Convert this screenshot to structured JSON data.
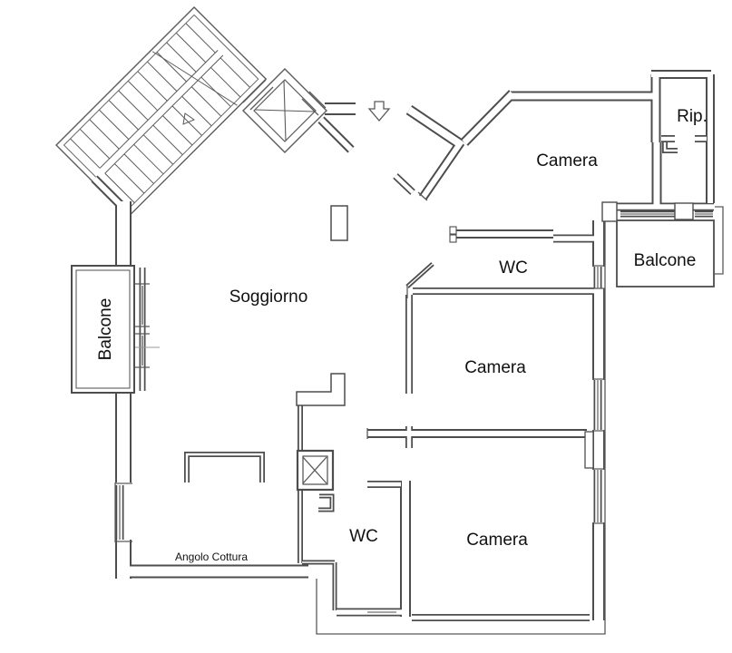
{
  "plan_type": "apartment floor plan",
  "language": "Italian",
  "rooms": [
    {
      "id": "camera-top",
      "label": "Camera"
    },
    {
      "id": "rip",
      "label": "Rip."
    },
    {
      "id": "balcone-right",
      "label": "Balcone"
    },
    {
      "id": "wc-mid",
      "label": "WC"
    },
    {
      "id": "soggiorno",
      "label": "Soggiorno"
    },
    {
      "id": "balcone-left",
      "label": "Balcone"
    },
    {
      "id": "camera-mid",
      "label": "Camera"
    },
    {
      "id": "wc-bottom",
      "label": "WC"
    },
    {
      "id": "camera-bottom",
      "label": "Camera"
    },
    {
      "id": "angolo-cottura",
      "label": "Angolo Cottura"
    }
  ],
  "icons": [
    {
      "id": "staircase-icon"
    },
    {
      "id": "elevator-icon"
    },
    {
      "id": "entrance-arrow-icon"
    },
    {
      "id": "kitchen-counter-icon"
    },
    {
      "id": "shaft-icon"
    }
  ],
  "colors": {
    "wall": "#4d4d4d",
    "thin": "#5a5a5a",
    "background": "#ffffff",
    "text": "#111111",
    "faint": "#999999"
  }
}
